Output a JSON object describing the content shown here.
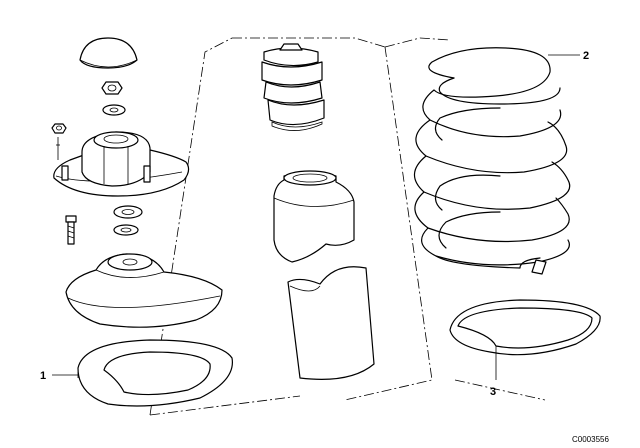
{
  "callouts": [
    {
      "id": "1",
      "label": "1"
    },
    {
      "id": "2",
      "label": "2"
    },
    {
      "id": "3",
      "label": "3"
    }
  ],
  "diagram_code": "C0003556"
}
